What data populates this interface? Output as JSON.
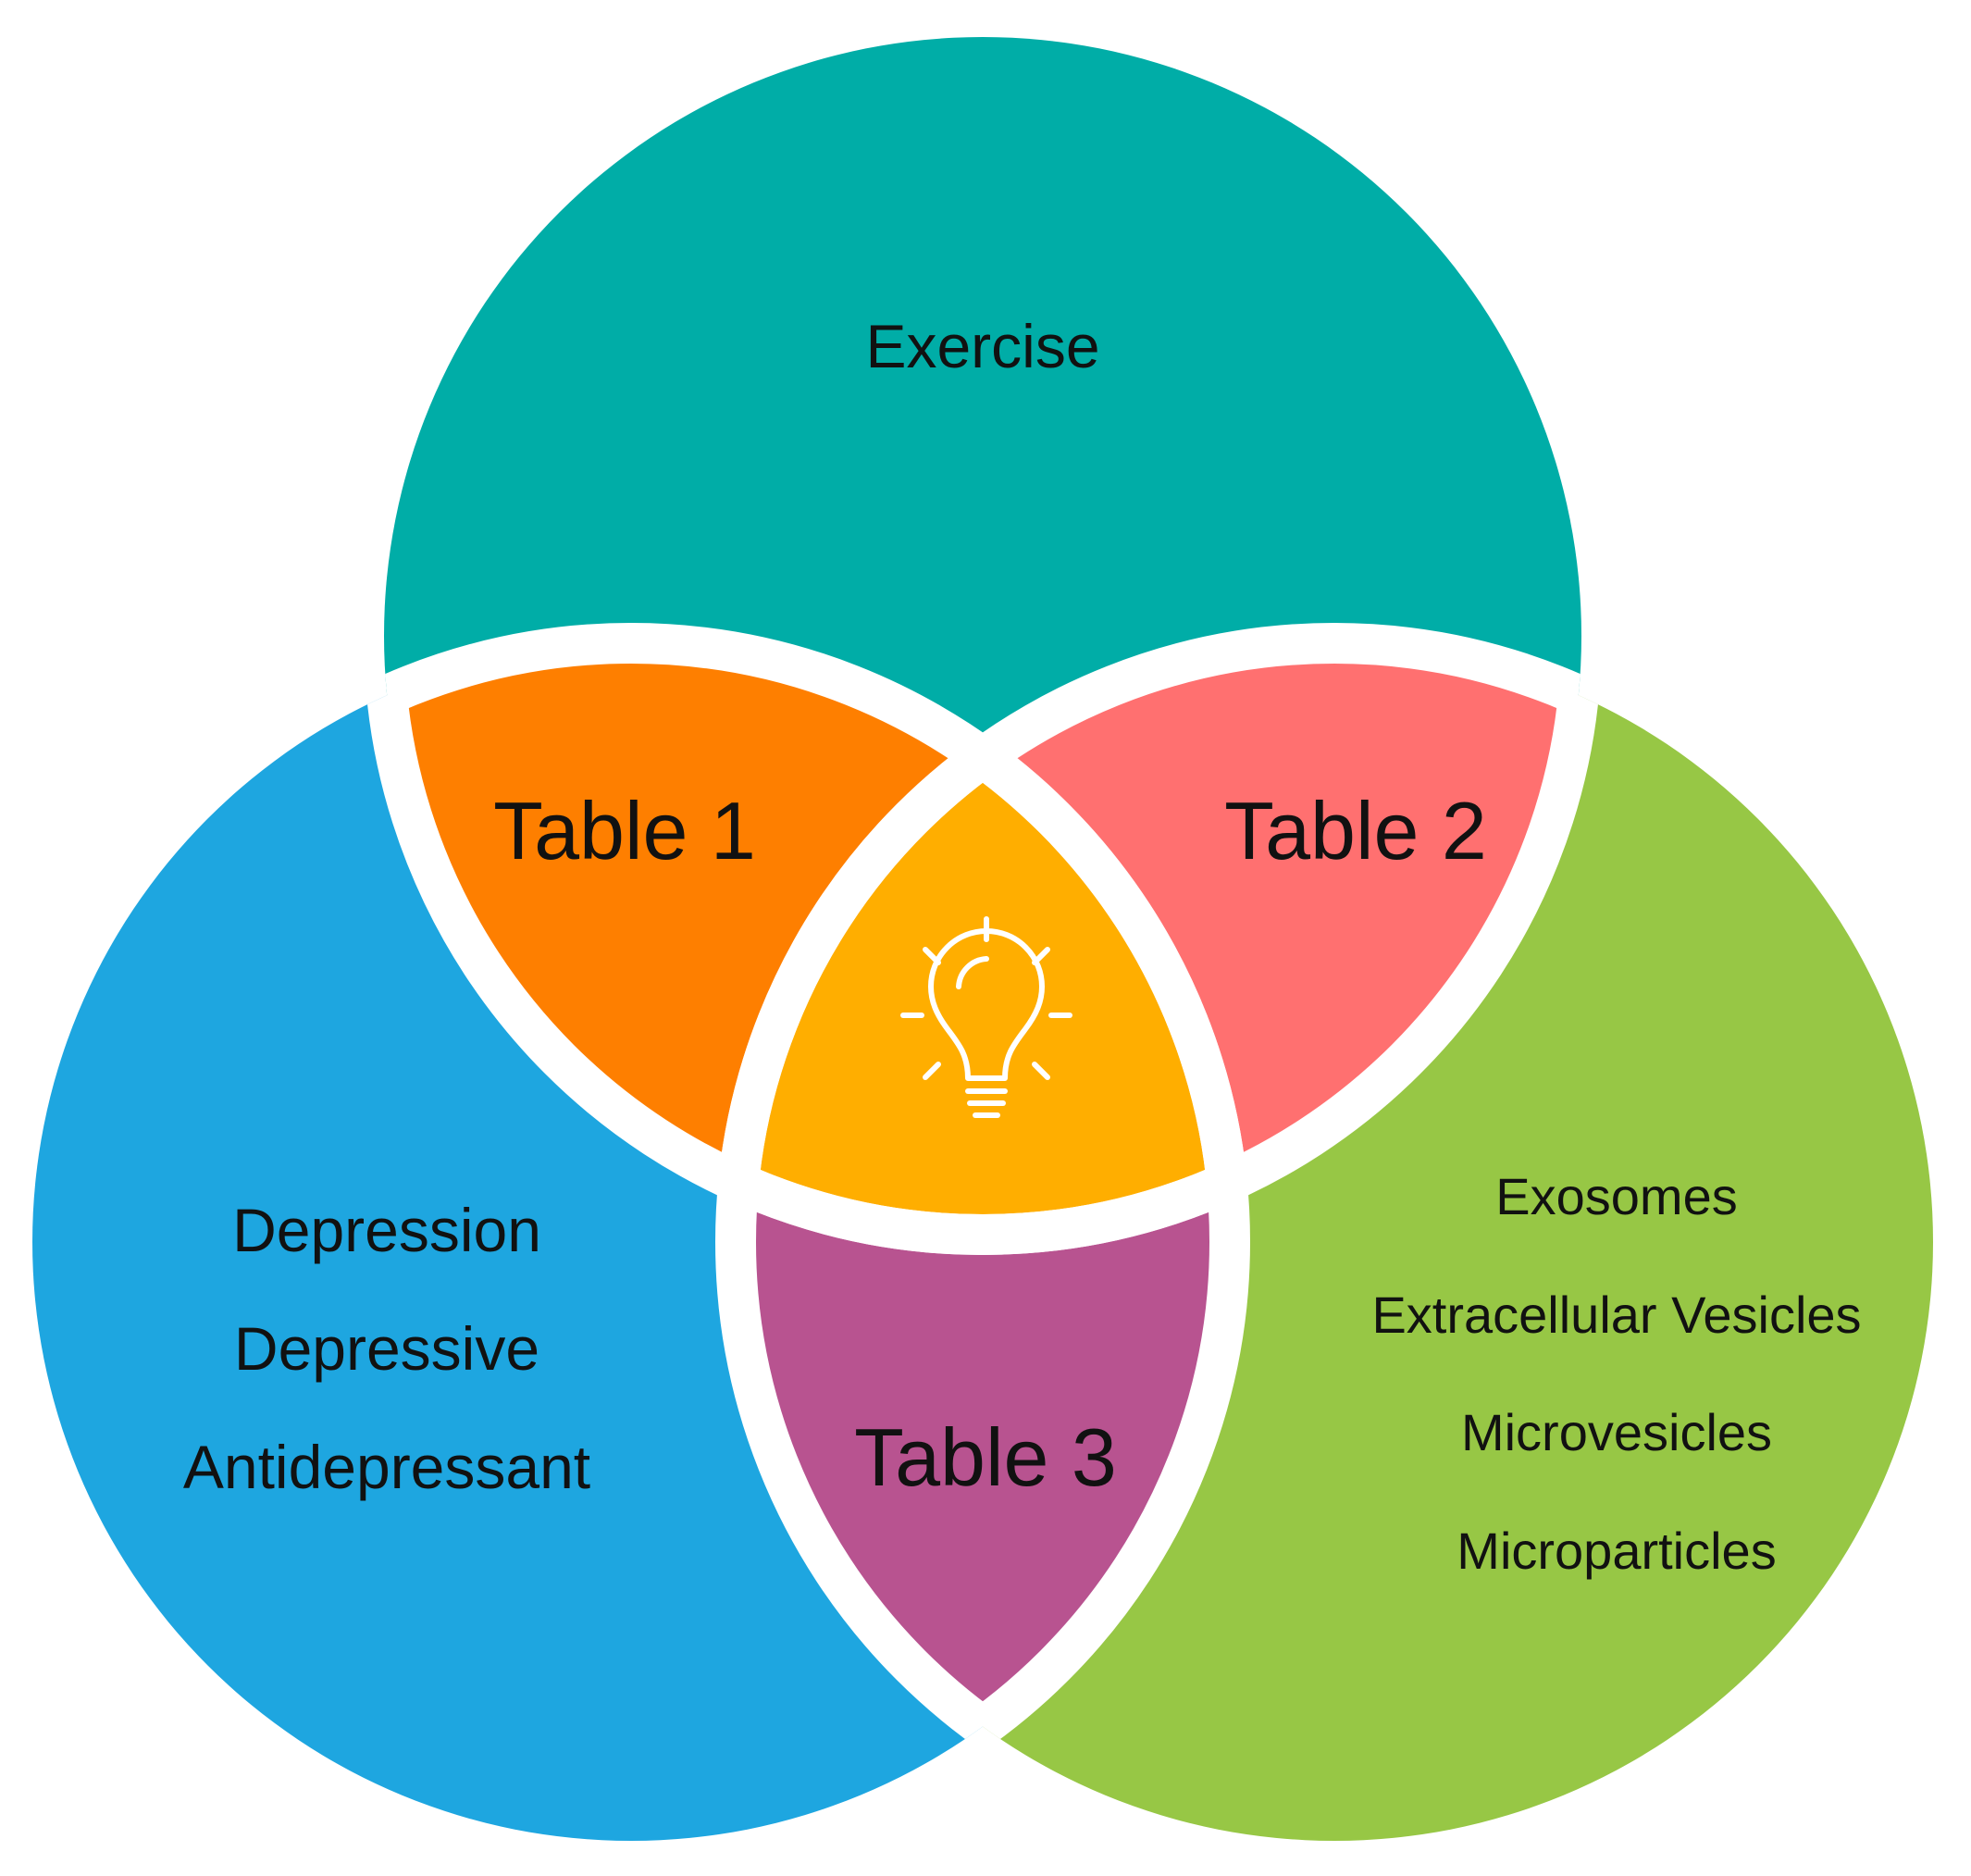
{
  "colors": {
    "top_circle": "#00ADA7",
    "left_circle": "#1EA6E0",
    "right_circle": "#97C745",
    "table1_region": "#FE7F00",
    "table2_region": "#FF7070",
    "table3_region": "#B85390",
    "center_region": "#FFAE00",
    "separator": "#ffffff",
    "bulb_stroke": "#ffffff"
  },
  "top_circle": {
    "label": "Exercise"
  },
  "left_circle": {
    "labels": [
      "Depression",
      "Depressive",
      "Antidepressant"
    ]
  },
  "right_circle": {
    "labels": [
      "Exosomes",
      "Extracellular Vesicles",
      "Microvesicles",
      "Microparticles"
    ]
  },
  "overlaps": {
    "top_left": "Table 1",
    "top_right": "Table 2",
    "left_right": "Table 3"
  },
  "center": {
    "icon": "lightbulb-icon"
  }
}
